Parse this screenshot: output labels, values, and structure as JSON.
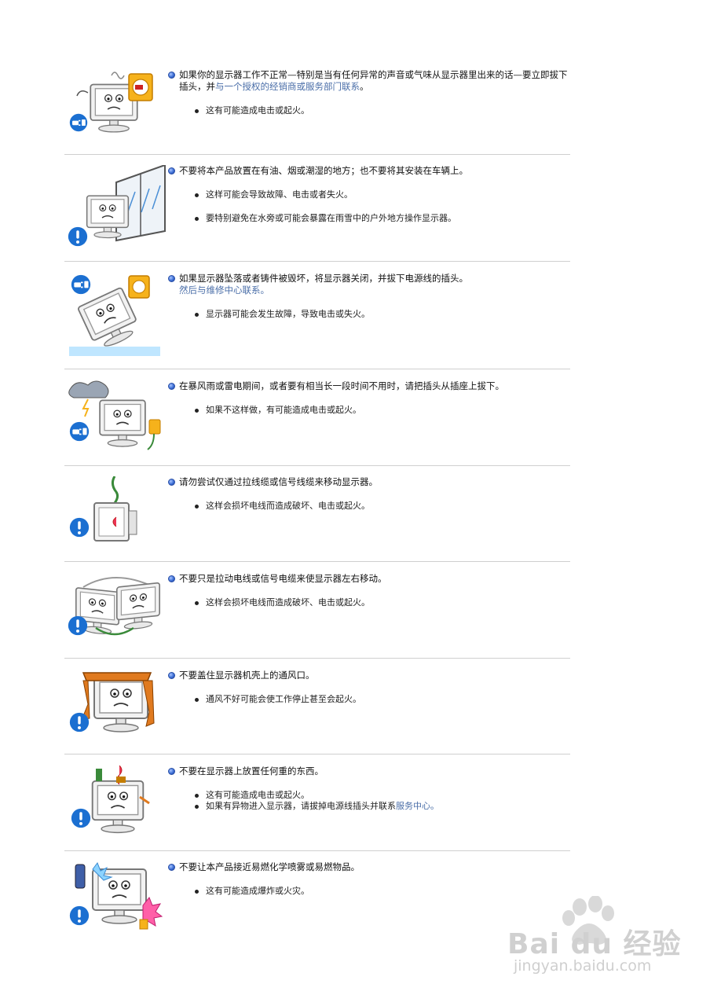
{
  "sections": [
    {
      "heading": "如果你的显示器工作不正常—特别是当有任何异常的声音或气味从显示器里出来的话—要立即拔下插头，并",
      "heading_link": "与一个授权的经销商或服务部门联系",
      "heading_end": "。",
      "bullets": [
        "这有可能造成电击或起火。"
      ]
    },
    {
      "heading": "不要将本产品放置在有油、烟或潮湿的地方；也不要将其安装在车辆上。",
      "bullets": [
        "这样可能会导致故障、电击或者失火。",
        "要特别避免在水旁或可能会暴露在雨雪中的户外地方操作显示器。"
      ]
    },
    {
      "heading": "如果显示器坠落或者铸件被毁坏，将显示器关闭，并拔下电源线的插头。",
      "heading_link": "然后与维修中心联系。",
      "bullets": [
        "显示器可能会发生故障，导致电击或失火。"
      ]
    },
    {
      "heading": "在暴风雨或雷电期间，或者要有相当长一段时间不用时，请把插头从插座上拔下。",
      "bullets": [
        "如果不这样做，有可能造成电击或起火。"
      ]
    },
    {
      "heading": "请勿尝试仅通过拉线缆或信号线缆来移动显示器。",
      "bullets": [
        "这样会损坏电线而造成破坏、电击或起火。"
      ]
    },
    {
      "heading": "不要只是拉动电线或信号电缆来使显示器左右移动。",
      "bullets": [
        "这样会损坏电线而造成破坏、电击或起火。"
      ]
    },
    {
      "heading": "不要盖住显示器机壳上的通风口。",
      "bullets": [
        "通风不好可能会使工作停止甚至会起火。"
      ]
    },
    {
      "heading": "不要在显示器上放置任何重的东西。",
      "bullets": [
        "这有可能造成电击或起火。",
        "如果有异物进入显示器，请拔掉电源线插头并联系"
      ],
      "bullet_link": "服务中心。"
    },
    {
      "heading": "不要让本产品接近易燃化学喷雾或易燃物品。",
      "bullets": [
        "这有可能造成爆炸或火灾。"
      ]
    }
  ],
  "watermark": {
    "brand": "Bai du 经验",
    "url": "jingyan.baidu.com"
  },
  "colors": {
    "link": "#4a6ea8",
    "warning": "#1b6fd1",
    "divider": "#cfcfcf"
  },
  "icons": [
    "bullet-orb-icon",
    "warning-exclamation-icon",
    "unplug-icon",
    "monitor-face-icon"
  ]
}
